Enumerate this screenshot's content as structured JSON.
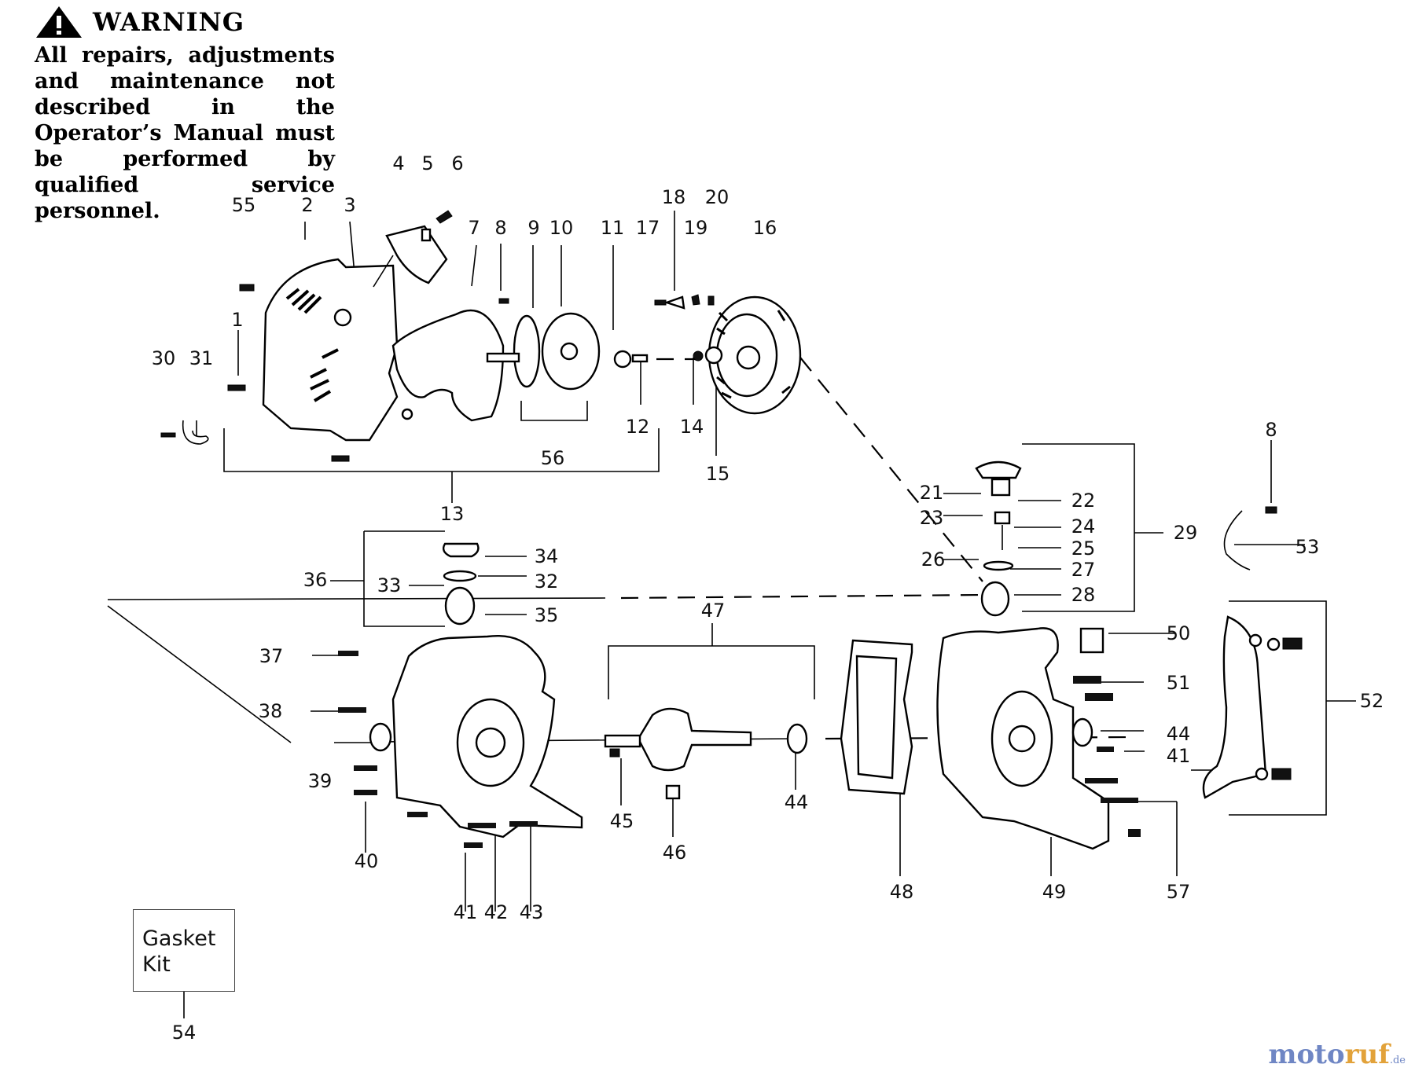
{
  "warning": {
    "title": "WARNING",
    "text": "All repairs, adjustments and maintenance not described in the Operator’s Manual must be performed by qualified service personnel."
  },
  "gasket_kit": {
    "label_line1": "Gasket",
    "label_line2": "Kit",
    "number": "54"
  },
  "watermark": {
    "main": "moto",
    "accent": "ruf",
    "suffix": ".de"
  },
  "callouts": {
    "c1": "1",
    "c2": "2",
    "c3": "3",
    "c4": "4",
    "c5": "5",
    "c6": "6",
    "c7": "7",
    "c8a": "8",
    "c8b": "8",
    "c9": "9",
    "c10": "10",
    "c11": "11",
    "c12": "12",
    "c13": "13",
    "c14": "14",
    "c15": "15",
    "c16": "16",
    "c17": "17",
    "c18": "18",
    "c19": "19",
    "c20": "20",
    "c21": "21",
    "c22": "22",
    "c23": "23",
    "c24": "24",
    "c25": "25",
    "c26": "26",
    "c27": "27",
    "c28": "28",
    "c29": "29",
    "c30": "30",
    "c31": "31",
    "c32": "32",
    "c33": "33",
    "c34": "34",
    "c35": "35",
    "c36": "36",
    "c37": "37",
    "c38": "38",
    "c39": "39",
    "c40": "40",
    "c41a": "41",
    "c41b": "41",
    "c42": "42",
    "c43": "43",
    "c44a": "44",
    "c44b": "44",
    "c45": "45",
    "c46": "46",
    "c47": "47",
    "c48": "48",
    "c49": "49",
    "c50": "50",
    "c51": "51",
    "c52": "52",
    "c53": "53",
    "c55": "55",
    "c56": "56",
    "c57": "57"
  }
}
